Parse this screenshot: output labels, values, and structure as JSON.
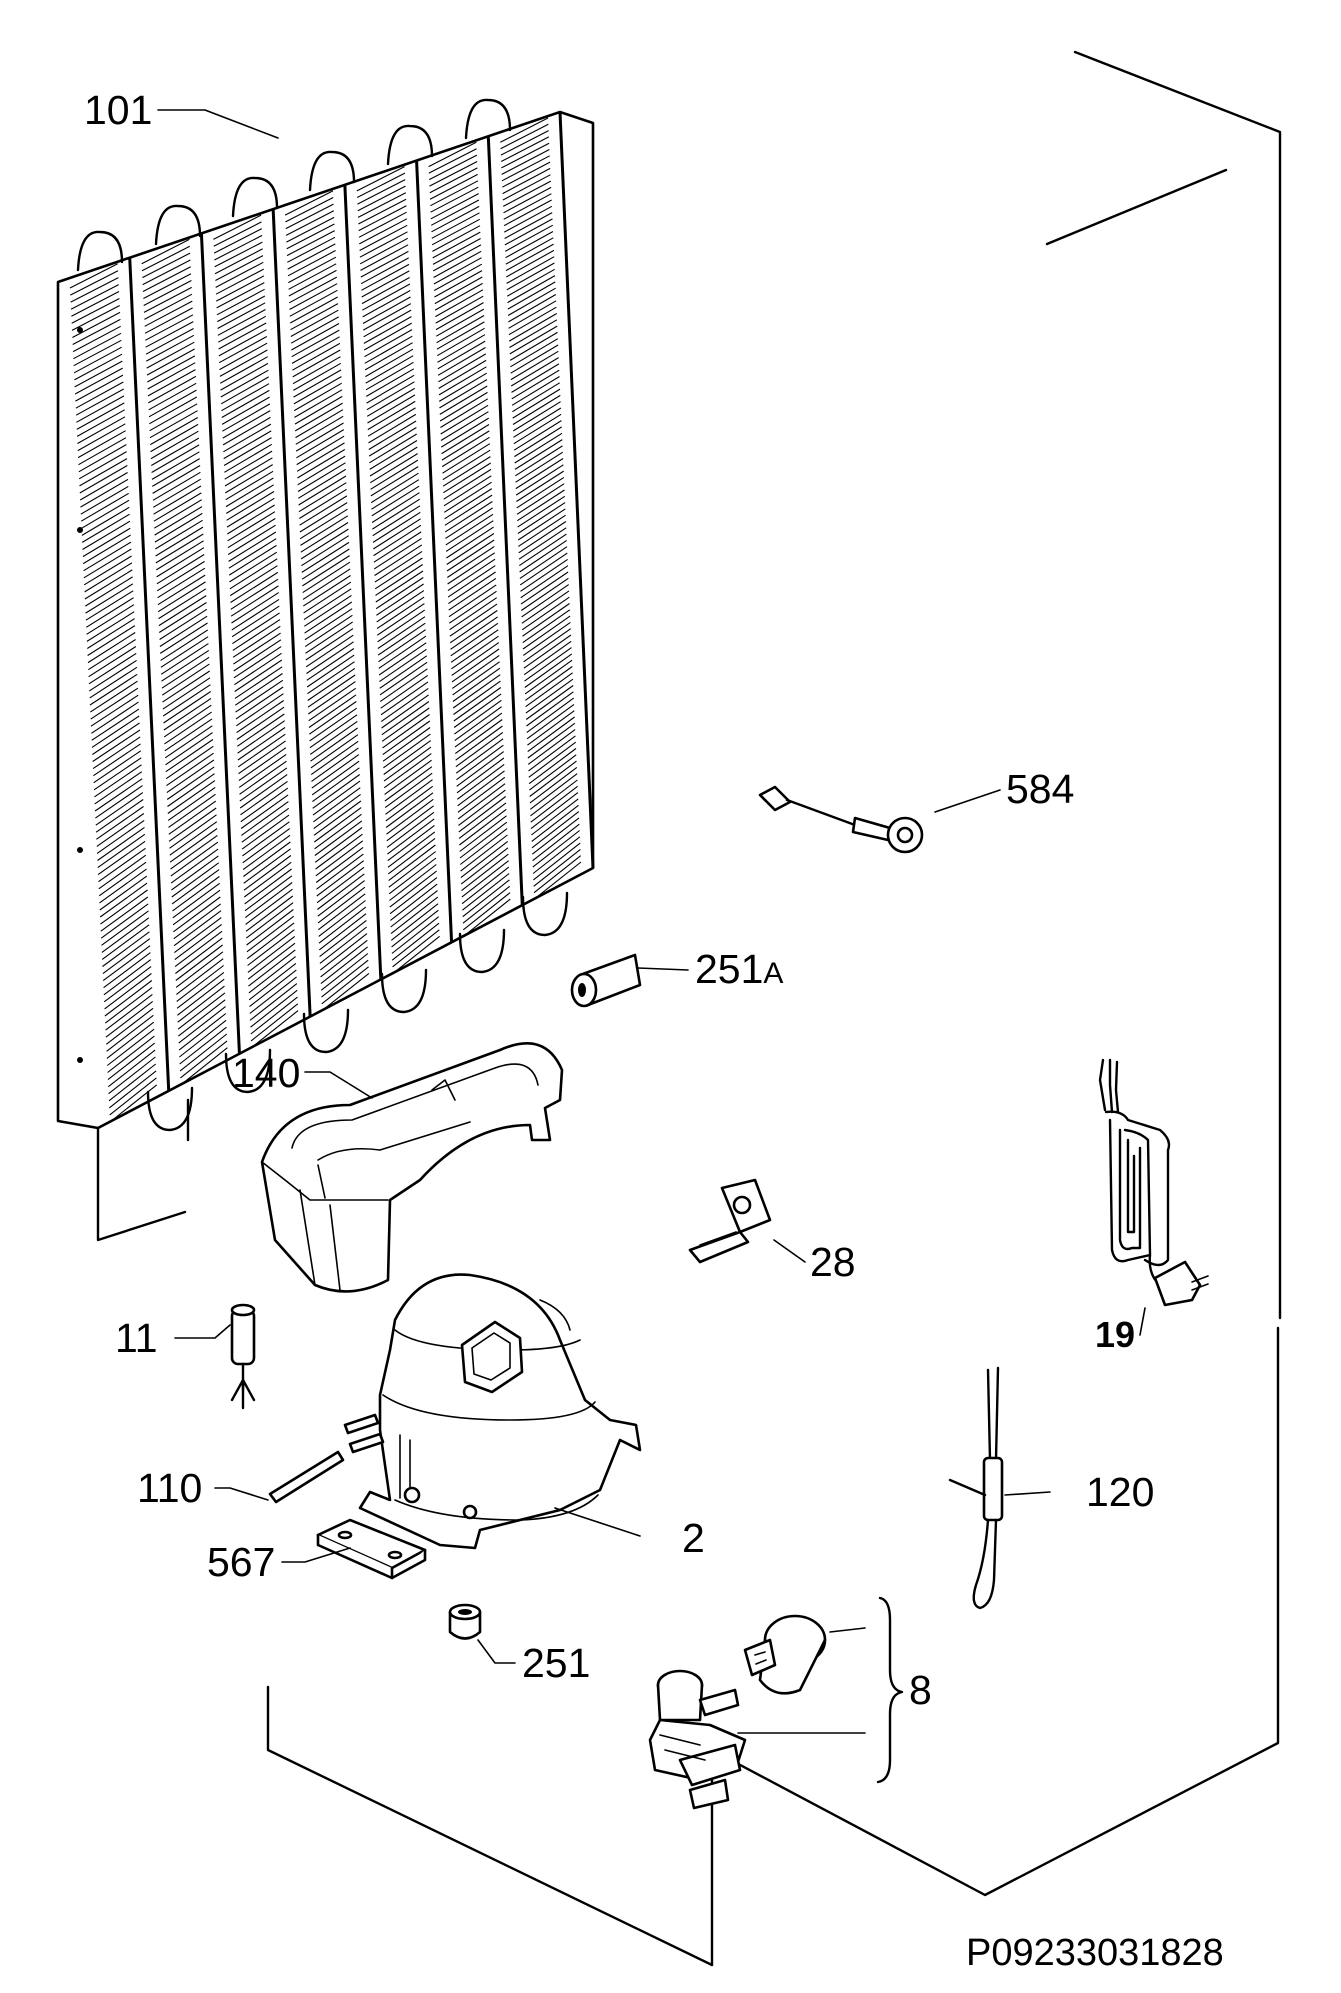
{
  "diagram": {
    "code": "P09233031828",
    "labels": {
      "l101": "101",
      "l584": "584",
      "l251a_num": "251",
      "l251a_suffix": "A",
      "l140": "140",
      "l28": "28",
      "l11": "11",
      "l19": "19",
      "l110": "110",
      "l2": "2",
      "l120": "120",
      "l567": "567",
      "l251": "251",
      "l8": "8"
    }
  }
}
